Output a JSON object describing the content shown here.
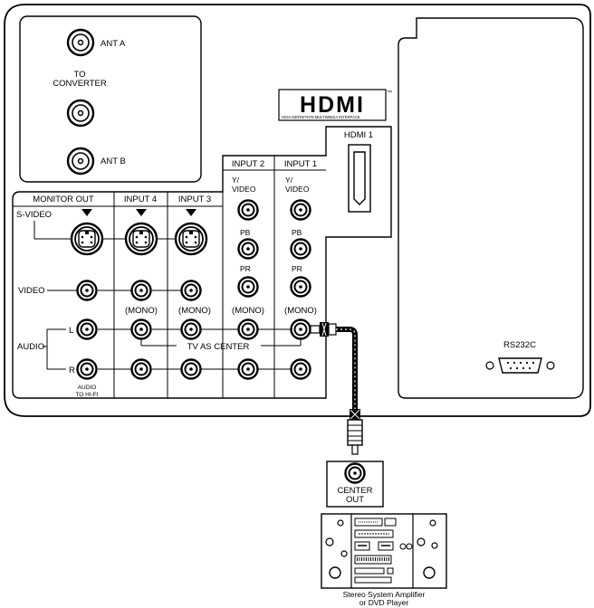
{
  "antenna": {
    "ant_a": "ANT A",
    "to_converter_line1": "TO",
    "to_converter_line2": "CONVERTER",
    "ant_b": "ANT B"
  },
  "hdmi_logo": {
    "wordmark": "HDMI",
    "tagline": "HIGH-DEFINITION MULTIMEDIA INTERFACE",
    "trademark": "™"
  },
  "hdmi_port_label": "HDMI 1",
  "columns": {
    "monitor_out": "MONITOR OUT",
    "input4": "INPUT 4",
    "input3": "INPUT 3",
    "input2": "INPUT 2",
    "input1": "INPUT 1"
  },
  "component": {
    "y_video_line1": "Y/",
    "y_video_line2": "VIDEO",
    "pb": "PB",
    "pr": "PR"
  },
  "row_labels": {
    "s_video": "S-VIDEO",
    "video": "VIDEO",
    "audio": "AUDIO",
    "l": "L",
    "r": "R",
    "mono": "(MONO)",
    "tv_as_center": "TV AS CENTER",
    "audio_to_hifi_line1": "AUDIO",
    "audio_to_hifi_line2": "TO HI-FI"
  },
  "rs232c": "RS232C",
  "center_out": {
    "line1": "CENTER",
    "line2": "OUT"
  },
  "device_caption": {
    "line1": "Stereo System Amplifier",
    "line2": "or DVD Player"
  }
}
